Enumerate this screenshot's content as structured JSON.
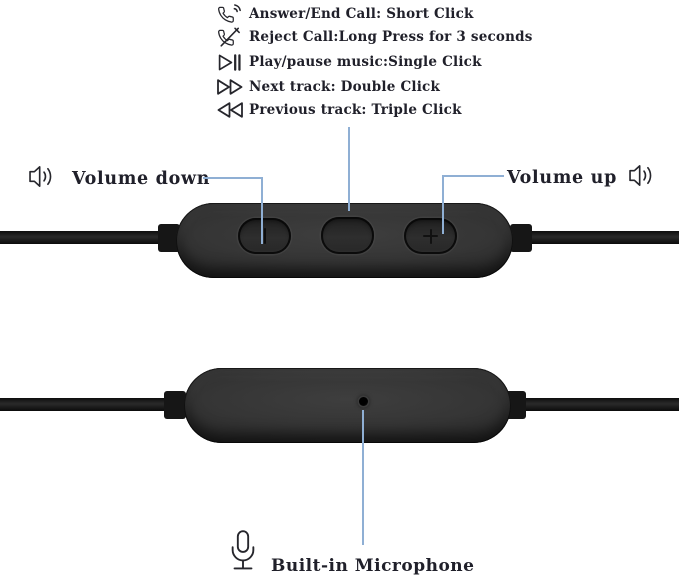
{
  "image_type": "earbud inline remote control feature diagram",
  "colors": {
    "background": "#ffffff",
    "text": "#20202a",
    "leader_line": "#8fafd4",
    "device_body": "#2e2e2e"
  },
  "features": {
    "items": [
      {
        "icon": "answer-end-call-icon",
        "text": "Answer/End Call: Short Click"
      },
      {
        "icon": "reject-call-icon",
        "text": "Reject Call:Long Press for 3 seconds"
      },
      {
        "icon": "play-pause-icon",
        "text": "Play/pause music:Single Click"
      },
      {
        "icon": "next-track-icon",
        "text": "Next track: Double Click"
      },
      {
        "icon": "previous-track-icon",
        "text": "Previous track: Triple Click"
      }
    ]
  },
  "labels": {
    "volume_down": "Volume down",
    "volume_up": "Volume up",
    "built_in_microphone": "Built-in Microphone"
  },
  "remote": {
    "buttons": [
      {
        "name": "volume-down-button",
        "glyph": "|"
      },
      {
        "name": "multifunction-button",
        "glyph": ""
      },
      {
        "name": "volume-up-button",
        "glyph": "+"
      }
    ]
  }
}
